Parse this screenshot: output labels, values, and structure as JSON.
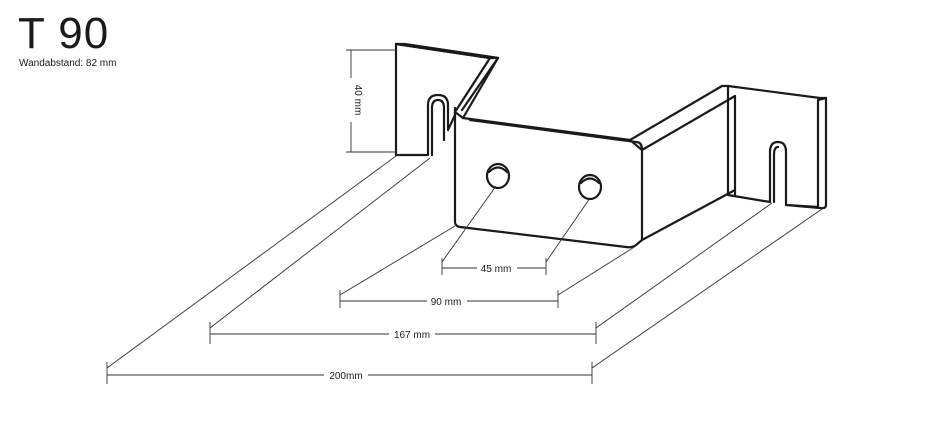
{
  "header": {
    "title": "T 90",
    "subtitle": "Wandabstand: 82 mm"
  },
  "dimensions": {
    "height": "40 mm",
    "hole_spacing": "45 mm",
    "inner_width": "90 mm",
    "mid_width": "167 mm",
    "outer_width": "200mm"
  },
  "colors": {
    "line": "#1a1a1a",
    "background": "#ffffff"
  }
}
